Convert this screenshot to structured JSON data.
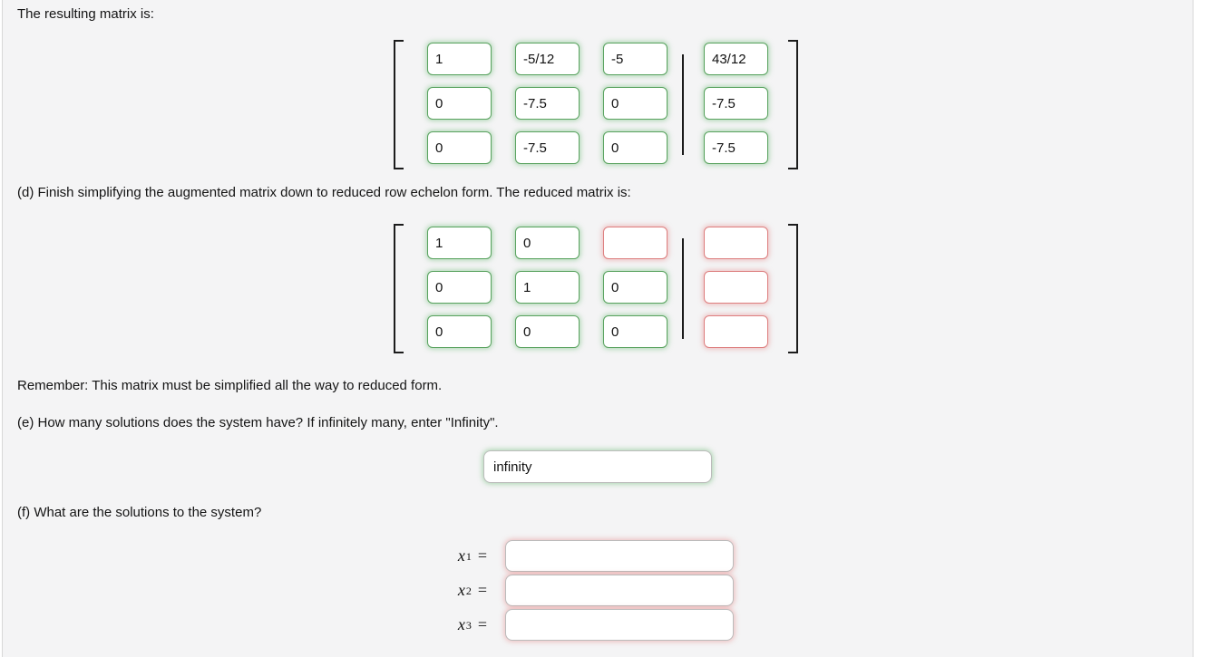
{
  "colors": {
    "panel_background": "#f4f4f5",
    "page_background": "#ffffff",
    "panel_border": "#d8d8d8",
    "correct_border_green": "#58a25e",
    "incorrect_border_red": "#dd7e7e",
    "text_color": "#141414"
  },
  "sections": {
    "resulting_intro": "The resulting matrix is:",
    "part_d": "(d) Finish simplifying the augmented matrix down to reduced row echelon form. The reduced matrix is:",
    "remember": "Remember: This matrix must be simplified all the way to reduced form.",
    "part_e": "(e) How many solutions does the system have? If infinitely many, enter \"Infinity\".",
    "part_f": "(f) What are the solutions to the system?"
  },
  "resulting_matrix": {
    "rows": [
      {
        "cells": [
          {
            "value": "1",
            "status": "correct"
          },
          {
            "value": "-5/12",
            "status": "correct"
          },
          {
            "value": "-5",
            "status": "correct"
          },
          {
            "value": "43/12",
            "status": "correct"
          }
        ]
      },
      {
        "cells": [
          {
            "value": "0",
            "status": "correct"
          },
          {
            "value": "-7.5",
            "status": "correct"
          },
          {
            "value": "0",
            "status": "correct"
          },
          {
            "value": "-7.5",
            "status": "correct"
          }
        ]
      },
      {
        "cells": [
          {
            "value": "0",
            "status": "correct"
          },
          {
            "value": "-7.5",
            "status": "correct"
          },
          {
            "value": "0",
            "status": "correct"
          },
          {
            "value": "-7.5",
            "status": "correct"
          }
        ]
      }
    ]
  },
  "reduced_matrix": {
    "rows": [
      {
        "cells": [
          {
            "value": "1",
            "status": "correct"
          },
          {
            "value": "0",
            "status": "correct"
          },
          {
            "value": "",
            "status": "incorrect"
          },
          {
            "value": "",
            "status": "incorrect"
          }
        ]
      },
      {
        "cells": [
          {
            "value": "0",
            "status": "correct"
          },
          {
            "value": "1",
            "status": "correct"
          },
          {
            "value": "0",
            "status": "correct"
          },
          {
            "value": "",
            "status": "incorrect"
          }
        ]
      },
      {
        "cells": [
          {
            "value": "0",
            "status": "correct"
          },
          {
            "value": "0",
            "status": "correct"
          },
          {
            "value": "0",
            "status": "correct"
          },
          {
            "value": "",
            "status": "incorrect"
          }
        ]
      }
    ]
  },
  "infinity_answer": {
    "value": "infinity",
    "status": "correct"
  },
  "solutions": {
    "equals": "=",
    "rows": [
      {
        "var": "x",
        "sub": "1",
        "value": "",
        "status": "incorrect"
      },
      {
        "var": "x",
        "sub": "2",
        "value": "",
        "status": "incorrect"
      },
      {
        "var": "x",
        "sub": "3",
        "value": "",
        "status": "incorrect"
      }
    ]
  }
}
